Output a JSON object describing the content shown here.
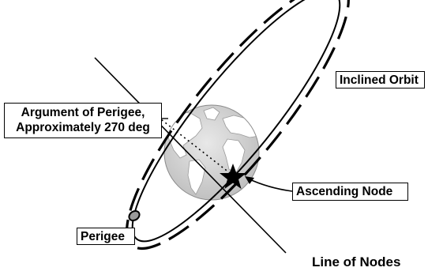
{
  "labels": {
    "inclined_orbit": "Inclined Orbit",
    "argument_of_perigee_line1": "Argument of Perigee,",
    "argument_of_perigee_line2": "Approximately 270 deg",
    "ascending_node": "Ascending Node",
    "perigee": "Perigee",
    "line_of_nodes": "Line of Nodes"
  },
  "icons": {
    "earth": "earth-globe-icon",
    "ascending_node_marker": "star-icon",
    "perigee_marker": "satellite-icon"
  },
  "colors": {
    "ink": "#000000",
    "ocean": "#d9d9d9",
    "land": "#ffffff",
    "satellite": "#9a9a9a",
    "background": "#ffffff"
  }
}
